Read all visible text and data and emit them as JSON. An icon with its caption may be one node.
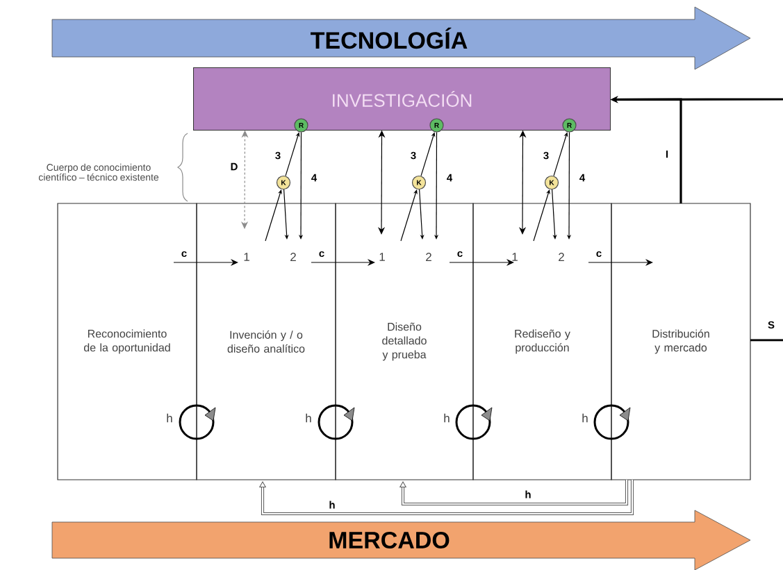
{
  "diagram": {
    "nodes": [
      {
        "text": [
          "TECNOLOGÍA"
        ]
      },
      {
        "text": [
          "INVESTIGACIÓN"
        ]
      },
      {
        "text": [
          "Reconocimiento de la oportunidad"
        ]
      },
      {
        "text": [
          "Invención y / o diseño analítico"
        ]
      },
      {
        "text": [
          "Diseño detallado y prueba"
        ]
      },
      {
        "text": [
          "Rediseño y producción"
        ]
      },
      {
        "text": [
          "Distribución y mercado"
        ]
      },
      {
        "text": [
          "MERCADO"
        ]
      },
      {
        "text": [
          "R"
        ],
        "in": 1
      },
      {
        "text": [
          "R"
        ],
        "in": 1
      },
      {
        "text": [
          "R"
        ],
        "in": 1
      },
      {
        "text": [
          "K"
        ]
      },
      {
        "text": [
          "K"
        ]
      },
      {
        "text": [
          "K"
        ]
      }
    ],
    "edges": [
      {
        "from": 2,
        "to": 3,
        "arrow": "to",
        "label": "c"
      },
      {
        "from": 3,
        "to": 4,
        "arrow": "to",
        "label": "c"
      },
      {
        "from": 4,
        "to": 5,
        "arrow": "to",
        "label": "c"
      },
      {
        "from": 5,
        "to": 6,
        "arrow": "to",
        "label": "c"
      },
      {
        "from": 1,
        "to": 3,
        "arrow": "both",
        "label": "D",
        "style": "dashed",
        "color": "#8a8a8a"
      },
      {
        "from": 1,
        "to": 4,
        "arrow": "both"
      },
      {
        "from": 1,
        "to": 5,
        "arrow": "both"
      },
      {
        "from": 3,
        "to": 11,
        "arrow": "to"
      },
      {
        "from": 11,
        "to": 8,
        "arrow": "to",
        "label": "3"
      },
      {
        "from": 11,
        "to": 3,
        "arrow": "to"
      },
      {
        "from": 8,
        "to": 3,
        "arrow": "to",
        "label": "4"
      },
      {
        "from": 4,
        "to": 12,
        "arrow": "to"
      },
      {
        "from": 12,
        "to": 9,
        "arrow": "to",
        "label": "3"
      },
      {
        "from": 12,
        "to": 4,
        "arrow": "to"
      },
      {
        "from": 9,
        "to": 4,
        "arrow": "to",
        "label": "4"
      },
      {
        "from": 5,
        "to": 13,
        "arrow": "to"
      },
      {
        "from": 13,
        "to": 10,
        "arrow": "to",
        "label": "3"
      },
      {
        "from": 13,
        "to": 5,
        "arrow": "to"
      },
      {
        "from": 10,
        "to": 5,
        "arrow": "to",
        "label": "4"
      },
      {
        "from": 6,
        "to": 1,
        "arrow": "to",
        "label": "I",
        "style": "thick"
      },
      {
        "from": null,
        "to": 1,
        "arrow": "to",
        "style": "thick"
      },
      {
        "from": 6,
        "to": null,
        "arrow": "none",
        "label": "S",
        "style": "thick"
      },
      {
        "from": 6,
        "to": 3,
        "arrow": "to",
        "label": "h",
        "style": "thick",
        "color": "#555555"
      },
      {
        "from": 6,
        "to": 4,
        "arrow": "to",
        "label": "h",
        "style": "thick",
        "color": "#555555"
      }
    ],
    "labels": [
      "Cuerpo de conocimiento científico – técnico existente",
      "1",
      "2",
      "1",
      "2",
      "1",
      "2",
      "h",
      "h",
      "h",
      "h"
    ]
  }
}
